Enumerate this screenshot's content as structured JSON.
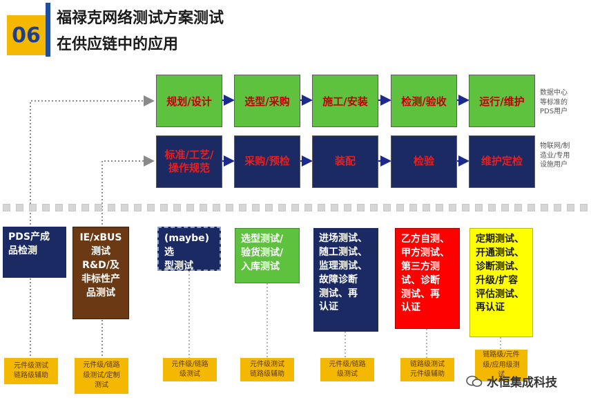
{
  "header": {
    "number": "06",
    "title_line1": "福禄克网络测试方案测试",
    "title_line2": "在供应链中的应用"
  },
  "row1": {
    "steps": [
      "规划/设计",
      "选型/采购",
      "施工/安装",
      "检测/验收",
      "运行/维护"
    ],
    "note": [
      "数据中心",
      "等标准的",
      "PDS用户"
    ]
  },
  "row2": {
    "steps": [
      [
        "标准/工艺/",
        "操作规范"
      ],
      [
        "采购/预检"
      ],
      [
        "装配"
      ],
      [
        "检验"
      ],
      [
        "维护定检"
      ]
    ],
    "note": [
      "物联网/制",
      "造业/专用",
      "设施用户"
    ]
  },
  "boxes": {
    "pds": [
      "PDS产成",
      "品检测"
    ],
    "ie": [
      "IE/xBUS",
      "测试",
      "R&D/及",
      "非标性产",
      "品测试"
    ],
    "maybe": [
      "(maybe)选",
      "型测试"
    ],
    "selection": [
      "选型测试/",
      "验货测试/",
      "入库测试"
    ],
    "construction": [
      "进场测试、",
      "随工测试、",
      "监理测试、",
      "故障诊断",
      "测试、再",
      "认证"
    ],
    "inspection": [
      "乙方自测、",
      "甲方测试、",
      "第三方测",
      "试、诊断",
      "测试、再",
      "认证"
    ],
    "operation": [
      "定期测试、",
      "开通测试、",
      "诊断测试、",
      "升级/扩容",
      "评估测试、",
      "再认证"
    ]
  },
  "tags": [
    [
      "元件级测试",
      "链路级辅助"
    ],
    [
      "元件级/链路",
      "级测试/定制",
      "测试"
    ],
    [
      "元件级/链路",
      "级测试"
    ],
    [
      "元件级测试",
      "链路级辅助"
    ],
    [
      "元件级/链路",
      "级测试"
    ],
    [
      "链路级测试",
      "元件级辅助"
    ],
    [
      "链路级/元件",
      "级/应用级测",
      "试"
    ]
  ],
  "watermark": "水恒集成科技",
  "colors": {
    "accent_yellow": "#f5b800",
    "navy": "#1b2a63",
    "green": "#5fc23f",
    "red": "#ff0000",
    "brown": "#6b3a14",
    "yellow": "#ffff00"
  }
}
